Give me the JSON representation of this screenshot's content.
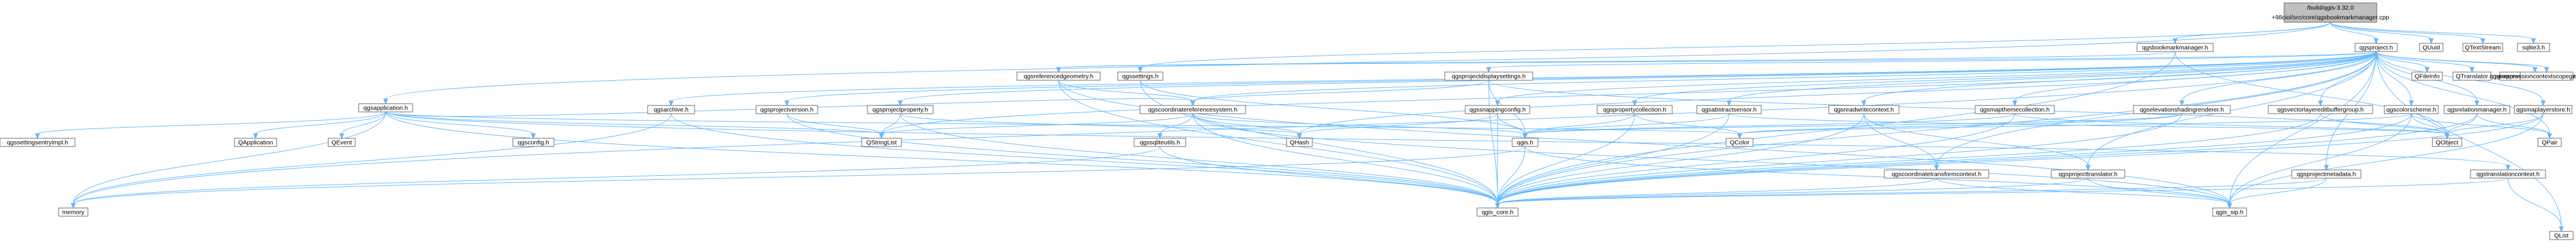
{
  "palette": {
    "edge": "#63b8ff",
    "root_fill": "#bfbfbf",
    "normal_border": "#666666",
    "link_border": "#ff0000",
    "leaf_border": "#bfbfbf"
  },
  "nodes": [
    {
      "id": "root",
      "lines": [
        "/build/qgis-3.32.0",
        "+98ciol/src/core/qgsbookmarkmanager.cpp"
      ],
      "kind": "root"
    },
    {
      "id": "qgsbookmarkmanager",
      "lines": [
        "qgsbookmarkmanager.h"
      ],
      "kind": "normal"
    },
    {
      "id": "qgsproject",
      "lines": [
        "qgsproject.h"
      ],
      "kind": "normal"
    },
    {
      "id": "quuid",
      "lines": [
        "QUuid"
      ],
      "kind": "leaf"
    },
    {
      "id": "qtextstream",
      "lines": [
        "QTextStream"
      ],
      "kind": "leaf"
    },
    {
      "id": "sqlite3",
      "lines": [
        "sqlite3.h"
      ],
      "kind": "leaf"
    },
    {
      "id": "qgsapplication",
      "lines": [
        "qgsapplication.h"
      ],
      "kind": "normal"
    },
    {
      "id": "qgsreferencedgeometry",
      "lines": [
        "qgsreferencedgeometry.h"
      ],
      "kind": "link"
    },
    {
      "id": "qgssettings",
      "lines": [
        "qgssettings.h"
      ],
      "kind": "link"
    },
    {
      "id": "qgsprojectdisplaysettings",
      "lines": [
        "qgsprojectdisplaysettings.h"
      ],
      "kind": "link"
    },
    {
      "id": "qfileinfo",
      "lines": [
        "QFileInfo"
      ],
      "kind": "leaf"
    },
    {
      "id": "qtranslator",
      "lines": [
        "QTranslator"
      ],
      "kind": "leaf"
    },
    {
      "id": "qgsexpressioncontextgenerator",
      "lines": [
        "qgsexpressioncontextgenerator.h"
      ],
      "kind": "link"
    },
    {
      "id": "qgsexpressioncontextscopegenerator",
      "lines": [
        "qgsexpressioncontextscopegenerator.h"
      ],
      "kind": "link"
    },
    {
      "id": "qgsarchive",
      "lines": [
        "qgsarchive.h"
      ],
      "kind": "link"
    },
    {
      "id": "qgsprojectversion",
      "lines": [
        "qgsprojectversion.h"
      ],
      "kind": "link"
    },
    {
      "id": "qgsprojectproperty",
      "lines": [
        "qgsprojectproperty.h"
      ],
      "kind": "link"
    },
    {
      "id": "qgscoordinatereferencesystem",
      "lines": [
        "qgscoordinatereferencesystem.h"
      ],
      "kind": "link"
    },
    {
      "id": "qgssnappingconfig",
      "lines": [
        "qgssnappingconfig.h"
      ],
      "kind": "link"
    },
    {
      "id": "qgspropertycollection",
      "lines": [
        "qgspropertycollection.h"
      ],
      "kind": "link"
    },
    {
      "id": "qgsabstractsensor",
      "lines": [
        "qgsabstractsensor.h"
      ],
      "kind": "link"
    },
    {
      "id": "qgsreadwritecontext",
      "lines": [
        "qgsreadwritecontext.h"
      ],
      "kind": "link"
    },
    {
      "id": "qgsmapthemecollection",
      "lines": [
        "qgsmapthemecollection.h"
      ],
      "kind": "link"
    },
    {
      "id": "qgselevationshadingrenderer",
      "lines": [
        "qgselevationshadingrenderer.h"
      ],
      "kind": "link"
    },
    {
      "id": "qgsvectorlayereditbuffergroup",
      "lines": [
        "qgsvectorlayereditbuffergroup.h"
      ],
      "kind": "link"
    },
    {
      "id": "qgscolorscheme",
      "lines": [
        "qgscolorscheme.h"
      ],
      "kind": "link"
    },
    {
      "id": "qgsrelationmanager",
      "lines": [
        "qgsrelationmanager.h"
      ],
      "kind": "link"
    },
    {
      "id": "qgsmaplayerstore",
      "lines": [
        "qgsmaplayerstore.h"
      ],
      "kind": "link"
    },
    {
      "id": "qgssettingsentryimpl",
      "lines": [
        "qgssettingsentryimpl.h"
      ],
      "kind": "link"
    },
    {
      "id": "qapplication",
      "lines": [
        "QApplication"
      ],
      "kind": "leaf"
    },
    {
      "id": "qevent",
      "lines": [
        "QEvent"
      ],
      "kind": "leaf"
    },
    {
      "id": "qgsconfig",
      "lines": [
        "qgsconfig.h"
      ],
      "kind": "leaf"
    },
    {
      "id": "qstringlist",
      "lines": [
        "QStringList"
      ],
      "kind": "leaf"
    },
    {
      "id": "qgssqliteutils",
      "lines": [
        "qgssqliteutils.h"
      ],
      "kind": "link"
    },
    {
      "id": "qhash",
      "lines": [
        "QHash"
      ],
      "kind": "leaf"
    },
    {
      "id": "qgis",
      "lines": [
        "qgis.h"
      ],
      "kind": "link"
    },
    {
      "id": "qcolor",
      "lines": [
        "QColor"
      ],
      "kind": "leaf"
    },
    {
      "id": "qgscoordinatetransformcontext",
      "lines": [
        "qgscoordinatetransformcontext.h"
      ],
      "kind": "link"
    },
    {
      "id": "qgsprojecttranslator",
      "lines": [
        "qgsprojecttranslator.h"
      ],
      "kind": "link"
    },
    {
      "id": "qgsprojectmetadata",
      "lines": [
        "qgsprojectmetadata.h"
      ],
      "kind": "link"
    },
    {
      "id": "qobject",
      "lines": [
        "QObject"
      ],
      "kind": "leaf"
    },
    {
      "id": "qgstranslationcontext",
      "lines": [
        "qgstranslationcontext.h"
      ],
      "kind": "link"
    },
    {
      "id": "qpair",
      "lines": [
        "QPair"
      ],
      "kind": "leaf"
    },
    {
      "id": "memory",
      "lines": [
        "memory"
      ],
      "kind": "leaf"
    },
    {
      "id": "qgis_core",
      "lines": [
        "qgis_core.h"
      ],
      "kind": "leaf"
    },
    {
      "id": "qgis_sip",
      "lines": [
        "qgis_sip.h"
      ],
      "kind": "leaf"
    },
    {
      "id": "qlist",
      "lines": [
        "QList"
      ],
      "kind": "leaf"
    }
  ],
  "edges": [
    [
      "root",
      "qgsbookmarkmanager"
    ],
    [
      "root",
      "qgsproject"
    ],
    [
      "root",
      "quuid"
    ],
    [
      "root",
      "qtextstream"
    ],
    [
      "root",
      "sqlite3"
    ],
    [
      "root",
      "qgsapplication"
    ],
    [
      "root",
      "qgssettings"
    ],
    [
      "qgsbookmarkmanager",
      "qgsreferencedgeometry"
    ],
    [
      "qgsbookmarkmanager",
      "qgis_core"
    ],
    [
      "qgsbookmarkmanager",
      "qobject"
    ],
    [
      "qgsproject",
      "qgsreferencedgeometry"
    ],
    [
      "qgsproject",
      "qgsprojectdisplaysettings"
    ],
    [
      "qgsproject",
      "qfileinfo"
    ],
    [
      "qgsproject",
      "qtranslator"
    ],
    [
      "qgsproject",
      "qgsexpressioncontextgenerator"
    ],
    [
      "qgsproject",
      "qgsexpressioncontextscopegenerator"
    ],
    [
      "qgsproject",
      "qgsarchive"
    ],
    [
      "qgsproject",
      "qgsprojectversion"
    ],
    [
      "qgsproject",
      "qgsprojectproperty"
    ],
    [
      "qgsproject",
      "qgscoordinatereferencesystem"
    ],
    [
      "qgsproject",
      "qgssnappingconfig"
    ],
    [
      "qgsproject",
      "qgspropertycollection"
    ],
    [
      "qgsproject",
      "qgsabstractsensor"
    ],
    [
      "qgsproject",
      "qgsreadwritecontext"
    ],
    [
      "qgsproject",
      "qgsmapthemecollection"
    ],
    [
      "qgsproject",
      "qgselevationshadingrenderer"
    ],
    [
      "qgsproject",
      "qgsvectorlayereditbuffergroup"
    ],
    [
      "qgsproject",
      "qgscolorscheme"
    ],
    [
      "qgsproject",
      "qgsrelationmanager"
    ],
    [
      "qgsproject",
      "qgsmaplayerstore"
    ],
    [
      "qgsproject",
      "qgis_core"
    ],
    [
      "qgsproject",
      "qgis_sip"
    ],
    [
      "qgsproject",
      "memory"
    ],
    [
      "qgsproject",
      "qgsprojectmetadata"
    ],
    [
      "qgsproject",
      "qgsprojecttranslator"
    ],
    [
      "qgsproject",
      "qhash"
    ],
    [
      "qgsproject",
      "qlist"
    ],
    [
      "qgsproject",
      "qstringlist"
    ],
    [
      "qgsproject",
      "qgscoordinatetransformcontext"
    ],
    [
      "qgsproject",
      "qpair"
    ],
    [
      "qgsapplication",
      "qgssettingsentryimpl"
    ],
    [
      "qgsapplication",
      "qapplication"
    ],
    [
      "qgsapplication",
      "qevent"
    ],
    [
      "qgsapplication",
      "qgsconfig"
    ],
    [
      "qgsapplication",
      "qstringlist"
    ],
    [
      "qgsapplication",
      "qgis_core"
    ],
    [
      "qgsapplication",
      "memory"
    ],
    [
      "qgsapplication",
      "qgstranslationcontext"
    ],
    [
      "qgsapplication",
      "qgscoordinatereferencesystem"
    ],
    [
      "qgsapplication",
      "qcolor"
    ],
    [
      "qgsreferencedgeometry",
      "qgscoordinatereferencesystem"
    ],
    [
      "qgsreferencedgeometry",
      "qgis_core"
    ],
    [
      "qgsreferencedgeometry",
      "qgis_sip"
    ],
    [
      "qgssettings",
      "qgis_core"
    ],
    [
      "qgssettings",
      "qgis"
    ],
    [
      "qgsprojectdisplaysettings",
      "qgis_core"
    ],
    [
      "qgsprojectdisplaysettings",
      "qgis"
    ],
    [
      "qgsprojectdisplaysettings",
      "qgscoordinatereferencesystem"
    ],
    [
      "qgsprojectdisplaysettings",
      "qobject"
    ],
    [
      "qgsarchive",
      "qgis_core"
    ],
    [
      "qgsarchive",
      "memory"
    ],
    [
      "qgsprojectversion",
      "qgis_core"
    ],
    [
      "qgsprojectversion",
      "qstringlist"
    ],
    [
      "qgsprojectproperty",
      "qgis_core"
    ],
    [
      "qgsprojectproperty",
      "qhash"
    ],
    [
      "qgsprojectproperty",
      "qstringlist"
    ],
    [
      "qgscoordinatereferencesystem",
      "qgssqliteutils"
    ],
    [
      "qgscoordinatereferencesystem",
      "qgis"
    ],
    [
      "qgscoordinatereferencesystem",
      "qhash"
    ],
    [
      "qgscoordinatereferencesystem",
      "qgis_core"
    ],
    [
      "qgscoordinatereferencesystem",
      "qgis_sip"
    ],
    [
      "qgscoordinatereferencesystem",
      "qstringlist"
    ],
    [
      "qgssqliteutils",
      "qgis_core"
    ],
    [
      "qgssqliteutils",
      "memory"
    ],
    [
      "qgssnappingconfig",
      "qgis"
    ],
    [
      "qgssnappingconfig",
      "qhash"
    ],
    [
      "qgssnappingconfig",
      "qgis_core"
    ],
    [
      "qgspropertycollection",
      "qgis"
    ],
    [
      "qgspropertycollection",
      "qgis_core"
    ],
    [
      "qgspropertycollection",
      "qcolor"
    ],
    [
      "qgsabstractsensor",
      "qgis"
    ],
    [
      "qgsabstractsensor",
      "qgis_core"
    ],
    [
      "qgsabstractsensor",
      "qobject"
    ],
    [
      "qgsreadwritecontext",
      "qgscoordinatetransformcontext"
    ],
    [
      "qgsreadwritecontext",
      "qgsprojecttranslator"
    ],
    [
      "qgsreadwritecontext",
      "qgis_core"
    ],
    [
      "qgsmapthemecollection",
      "qgis_core"
    ],
    [
      "qgsmapthemecollection",
      "qobject"
    ],
    [
      "qgsmapthemecollection",
      "qgis"
    ],
    [
      "qgselevationshadingrenderer",
      "qgis_core"
    ],
    [
      "qgselevationshadingrenderer",
      "qgis"
    ],
    [
      "qgselevationshadingrenderer",
      "qcolor"
    ],
    [
      "qgsvectorlayereditbuffergroup",
      "qgis_core"
    ],
    [
      "qgsvectorlayereditbuffergroup",
      "qobject"
    ],
    [
      "qgscolorscheme",
      "qgis_core"
    ],
    [
      "qgscolorscheme",
      "qgis_sip"
    ],
    [
      "qgscolorscheme",
      "qcolor"
    ],
    [
      "qgscolorscheme",
      "qpair"
    ],
    [
      "qgscolorscheme",
      "qobject"
    ],
    [
      "qgsrelationmanager",
      "qgis_core"
    ],
    [
      "qgsrelationmanager",
      "qobject"
    ],
    [
      "qgsrelationmanager",
      "qpair"
    ],
    [
      "qgsmaplayerstore",
      "qgis_core"
    ],
    [
      "qgsmaplayerstore",
      "qgis_sip"
    ],
    [
      "qgsmaplayerstore",
      "qobject"
    ],
    [
      "qgis",
      "qgis_core"
    ],
    [
      "qgis",
      "qgis_sip"
    ],
    [
      "qgis",
      "memory"
    ],
    [
      "qgscoordinatetransformcontext",
      "qgis_core"
    ],
    [
      "qgscoordinatetransformcontext",
      "qgis_sip"
    ],
    [
      "qgsprojecttranslator",
      "qgis_core"
    ],
    [
      "qgsprojecttranslator",
      "qgis_sip"
    ],
    [
      "qgsprojectmetadata",
      "qgis_core"
    ],
    [
      "qgsprojectmetadata",
      "qgis_sip"
    ],
    [
      "qgstranslationcontext",
      "qgis_core"
    ],
    [
      "qgstranslationcontext",
      "qlist"
    ]
  ]
}
